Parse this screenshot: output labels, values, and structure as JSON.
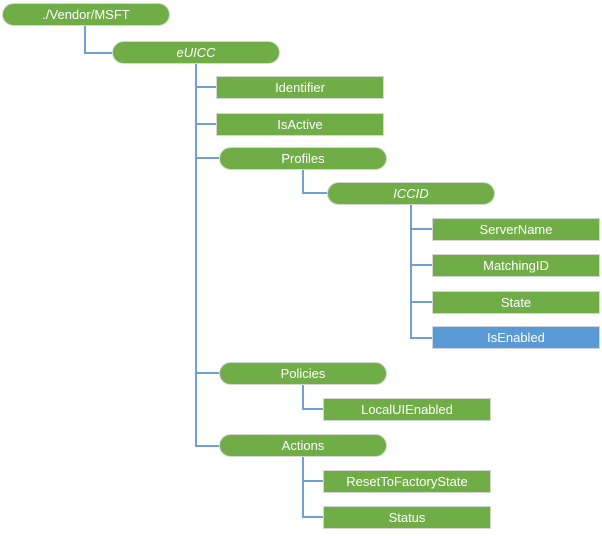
{
  "diagram": {
    "type": "tree",
    "description": "CSP node hierarchy diagram",
    "background": "#FFFFFF",
    "colors": {
      "node_fill_green": "#70AD47",
      "node_fill_blue": "#5B9BD5",
      "node_border": "#D5D8D1",
      "connector_blue": "#6FA0D8",
      "node_text": "#FFFFFF"
    },
    "nodes": {
      "root": {
        "label": "./Vendor/MSFT",
        "shape": "rounded",
        "fill": "green",
        "italic": false,
        "parent": null
      },
      "euicc": {
        "label": "eUICC",
        "shape": "rounded",
        "fill": "green",
        "italic": true,
        "parent": "root"
      },
      "identifier": {
        "label": "Identifier",
        "shape": "rect",
        "fill": "green",
        "italic": false,
        "parent": "euicc"
      },
      "isactive": {
        "label": "IsActive",
        "shape": "rect",
        "fill": "green",
        "italic": false,
        "parent": "euicc"
      },
      "profiles": {
        "label": "Profiles",
        "shape": "rounded",
        "fill": "green",
        "italic": false,
        "parent": "euicc"
      },
      "iccid": {
        "label": "ICCID",
        "shape": "rounded",
        "fill": "green",
        "italic": true,
        "parent": "profiles"
      },
      "servername": {
        "label": "ServerName",
        "shape": "rect",
        "fill": "green",
        "italic": false,
        "parent": "iccid"
      },
      "matchingid": {
        "label": "MatchingID",
        "shape": "rect",
        "fill": "green",
        "italic": false,
        "parent": "iccid"
      },
      "state": {
        "label": "State",
        "shape": "rect",
        "fill": "green",
        "italic": false,
        "parent": "iccid"
      },
      "isenabled": {
        "label": "IsEnabled",
        "shape": "rect",
        "fill": "blue",
        "italic": false,
        "parent": "iccid"
      },
      "policies": {
        "label": "Policies",
        "shape": "rounded",
        "fill": "green",
        "italic": false,
        "parent": "euicc"
      },
      "localuienabled": {
        "label": "LocalUIEnabled",
        "shape": "rect",
        "fill": "green",
        "italic": false,
        "parent": "policies"
      },
      "actions": {
        "label": "Actions",
        "shape": "rounded",
        "fill": "green",
        "italic": false,
        "parent": "euicc"
      },
      "resettofactorystate": {
        "label": "ResetToFactoryState",
        "shape": "rect",
        "fill": "green",
        "italic": false,
        "parent": "actions"
      },
      "status": {
        "label": "Status",
        "shape": "rect",
        "fill": "green",
        "italic": false,
        "parent": "actions"
      }
    }
  }
}
